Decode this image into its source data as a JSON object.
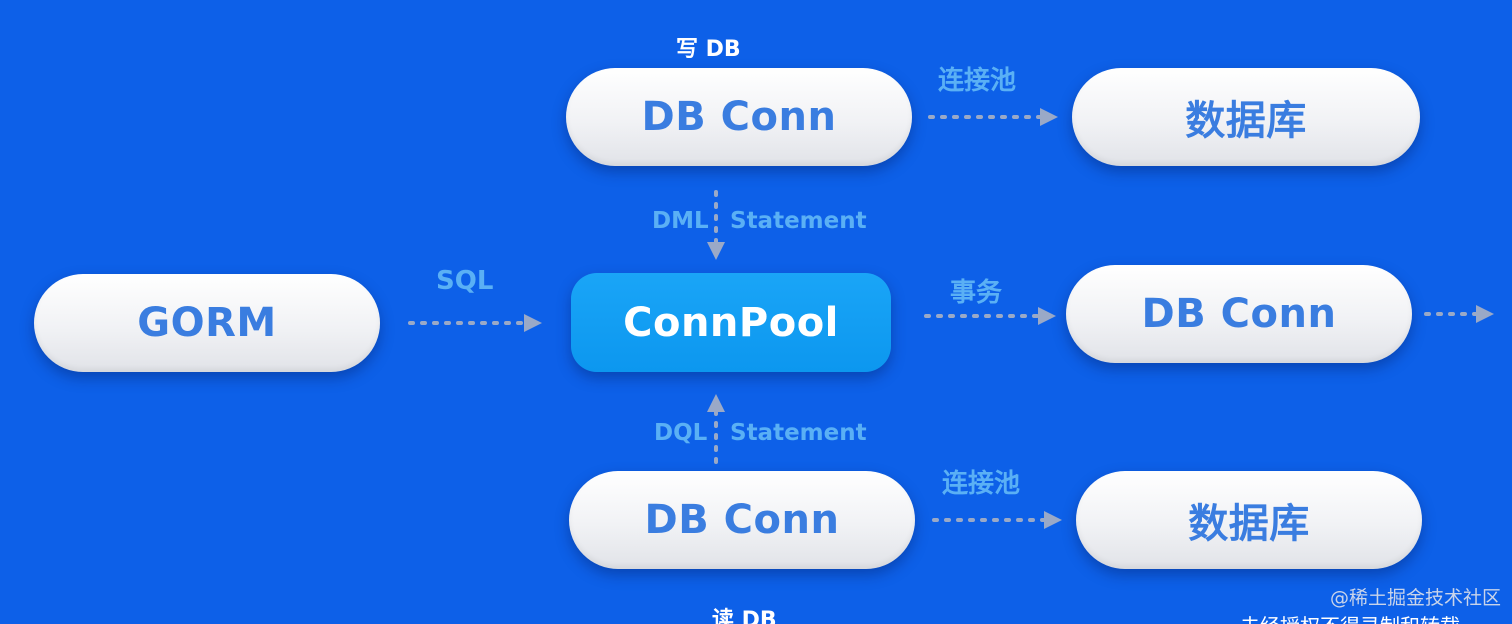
{
  "nodes": {
    "gorm": "GORM",
    "connpool": "ConnPool",
    "db_conn_write": "DB Conn",
    "db_conn_tx": "DB Conn",
    "db_conn_read": "DB Conn",
    "database_write": "数据库",
    "database_read": "数据库"
  },
  "edge_labels": {
    "sql": "SQL",
    "transaction": "事务",
    "conn_pool_write": "连接池",
    "conn_pool_read": "连接池",
    "dml": "DML",
    "dml_statement": "Statement",
    "dql": "DQL",
    "dql_statement": "Statement"
  },
  "group_labels": {
    "write_db": "写 DB",
    "read_db": "读 DB"
  },
  "watermark": {
    "site": "@稀土掘金技术社区",
    "notice": "未经授权不得录制和转载"
  },
  "colors": {
    "background": "#0d60e8",
    "pill": "#f1f2f5",
    "pill_text": "#3a7de0",
    "central_pill": "#0c97ef",
    "label": "#5ab0f5",
    "arrow": "#9aa9c7"
  }
}
